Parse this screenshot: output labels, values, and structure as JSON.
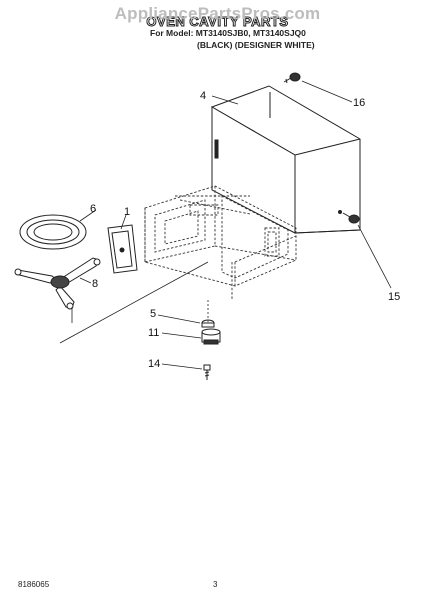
{
  "watermark": "AppliancePartsPros.com",
  "header": {
    "title": "OVEN CAVITY PARTS",
    "models": "For Model: MT3140SJB0, MT3140SJQ0",
    "colors": "(BLACK)   (DESIGNER WHITE)"
  },
  "callouts": {
    "c1": "1",
    "c4": "4",
    "c5": "5",
    "c6": "6",
    "c8": "8",
    "c11": "11",
    "c14": "14",
    "c15": "15",
    "c16": "16"
  },
  "footer": {
    "doc_number": "8186065",
    "page_number": "3"
  }
}
